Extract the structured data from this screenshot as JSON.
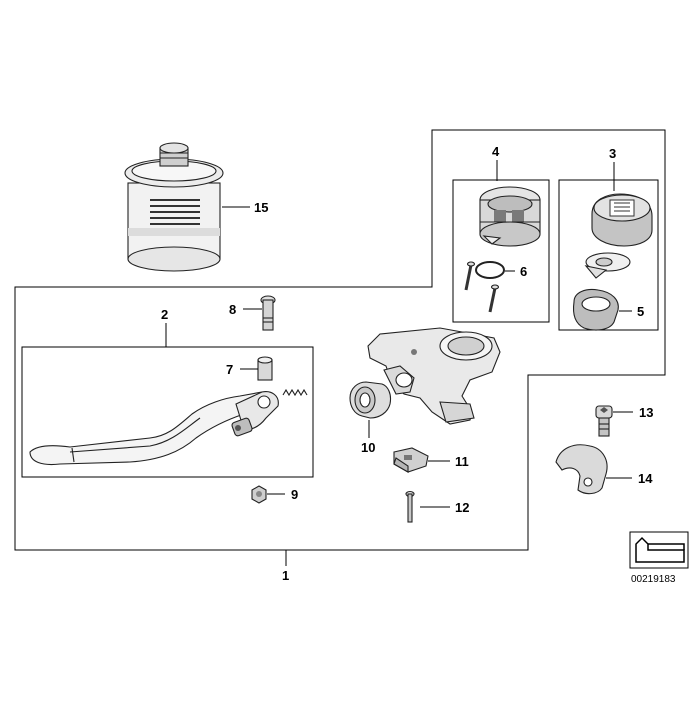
{
  "callouts": {
    "c1": "1",
    "c2": "2",
    "c3": "3",
    "c4": "4",
    "c5": "5",
    "c6": "6",
    "c7": "7",
    "c8": "8",
    "c9": "9",
    "c10": "10",
    "c11": "11",
    "c12": "12",
    "c13": "13",
    "c14": "14",
    "c15": "15"
  },
  "diagram_id": "00219183"
}
